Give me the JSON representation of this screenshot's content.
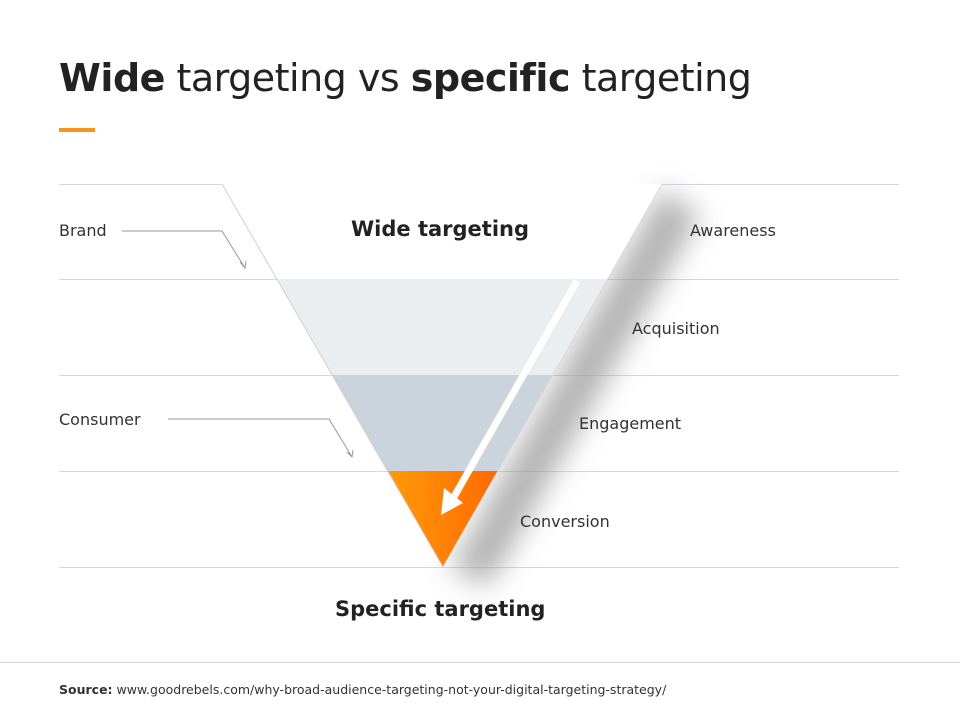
{
  "title": {
    "bold1": "Wide",
    "light1": " targeting vs ",
    "bold2": "specific",
    "light2": " targeting"
  },
  "colors": {
    "accent": "#f7941d",
    "band2": "#ebeef1",
    "band3": "#cbd3dc",
    "orange_start": "#ff9a0a",
    "orange_end": "#ff6a00"
  },
  "funnel": {
    "top_label": "Wide targeting",
    "bottom_label": "Specific targeting",
    "stages": [
      "Awareness",
      "Acquisition",
      "Engagement",
      "Conversion"
    ],
    "left_labels": [
      "Brand",
      "Consumer"
    ]
  },
  "source": {
    "label": "Source:",
    "url": "www.goodrebels.com/why-broad-audience-targeting-not-your-digital-targeting-strategy/"
  }
}
